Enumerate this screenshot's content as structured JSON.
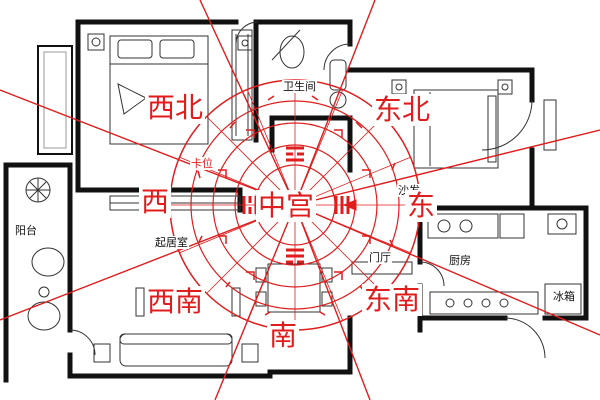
{
  "rooms": {
    "toilet": "卫生间",
    "balcony": "阳台",
    "living": "起居室",
    "sofa": "沙发",
    "hall": "门厅",
    "kitchen": "厨房",
    "fridge": "冰箱",
    "corner_mark": "卡位"
  },
  "directions": {
    "northwest": "西北",
    "northeast": "东北",
    "west": "西",
    "east": "东",
    "center": "中宫",
    "southwest": "西南",
    "southeast": "东南",
    "south": "南"
  },
  "colors": {
    "direction_red": "#e01d1d",
    "wall": "#111111"
  }
}
